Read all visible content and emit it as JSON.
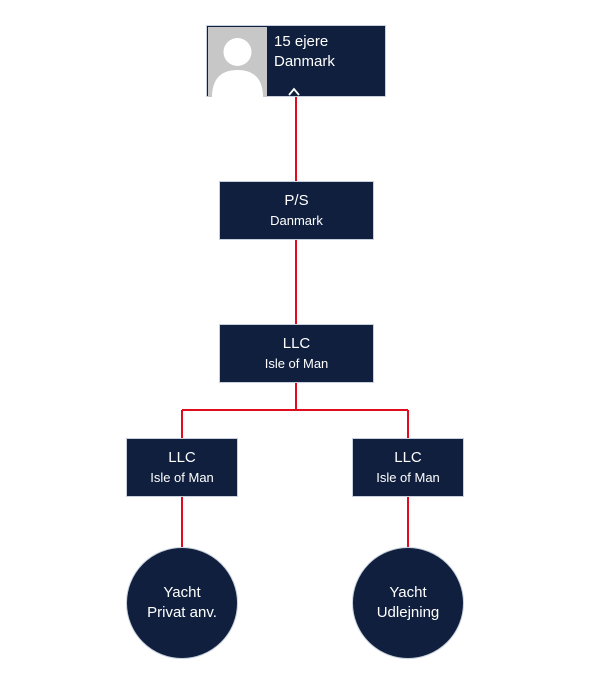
{
  "colors": {
    "node_fill": "#0f1f3d",
    "connector": "#e00c1d",
    "avatar_bg": "#c7c7c7",
    "text": "#ffffff"
  },
  "owner": {
    "line1": "15 ejere",
    "line2": "Danmark"
  },
  "ps": {
    "line1": "P/S",
    "line2": "Danmark"
  },
  "llc_main": {
    "line1": "LLC",
    "line2": "Isle of Man"
  },
  "llc_left": {
    "line1": "LLC",
    "line2": "Isle of Man"
  },
  "llc_right": {
    "line1": "LLC",
    "line2": "Isle of Man"
  },
  "yacht_left": {
    "line1": "Yacht",
    "line2": "Privat anv."
  },
  "yacht_right": {
    "line1": "Yacht",
    "line2": "Udlejning"
  },
  "icons": {
    "avatar": "person-silhouette-icon",
    "caret": "caret-up-icon"
  }
}
